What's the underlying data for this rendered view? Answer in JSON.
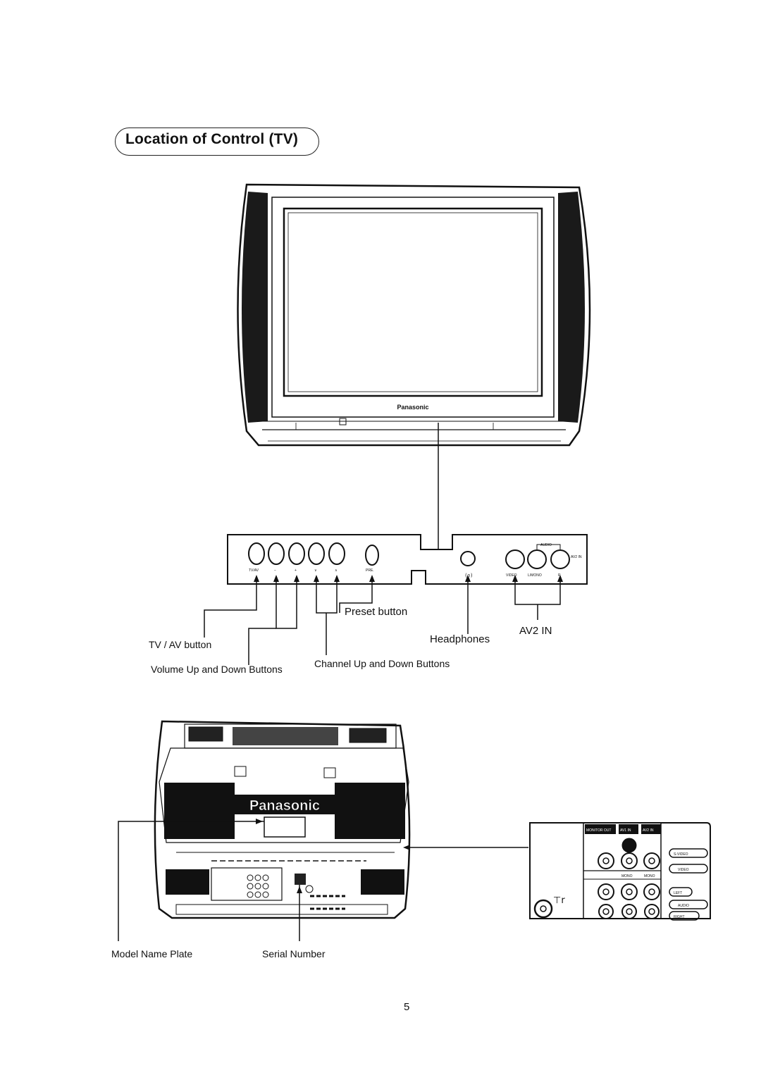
{
  "page": {
    "title": "Location of Control (TV)",
    "page_number": "5"
  },
  "front_view": {
    "brand": "Panasonic"
  },
  "control_panel": {
    "button_marks": [
      "TV/AV",
      "−",
      "+",
      "∨",
      "∧",
      "PRE."
    ],
    "audio_mark": "AUDIO",
    "av2_mark": "AV2 IN",
    "jack_marks": [
      "VIDEO",
      "L/MONO",
      "R"
    ]
  },
  "callouts": {
    "preset": "Preset button",
    "tv_av": "TV / AV button",
    "volume": "Volume Up and Down Buttons",
    "channel": "Channel Up and Down Buttons",
    "headphones": "Headphones",
    "av2_in": "AV2 IN",
    "model_plate": "Model Name Plate",
    "serial": "Serial Number"
  },
  "rear_view": {
    "brand": "Panasonic"
  },
  "rear_terminal": {
    "column_heads": [
      "MONITOR OUT",
      "AV1 IN",
      "AV2 IN"
    ],
    "row_labels": [
      "S-VIDEO",
      "VIDEO",
      "LEFT",
      "AUDIO",
      "RIGHT"
    ],
    "mono_marks": [
      "MONO",
      "MONO"
    ]
  }
}
